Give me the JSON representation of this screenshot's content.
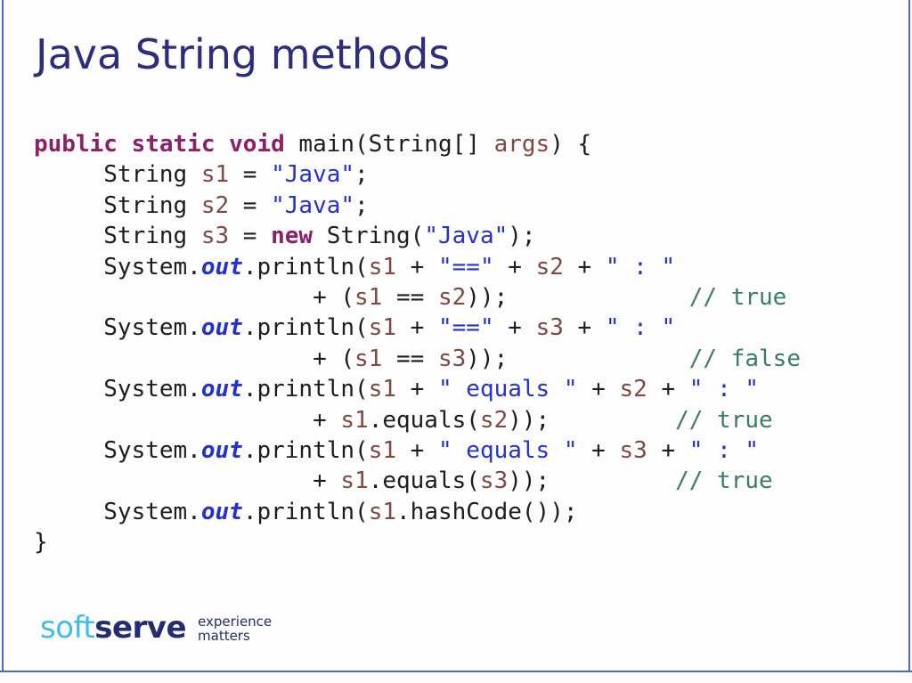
{
  "slide": {
    "title": "Java String methods"
  },
  "colors": {
    "title": "#2b2e7f",
    "keyword": "#8b2066",
    "identifier": "#7e4a42",
    "string": "#2531cd",
    "field": "#2531cd",
    "comment": "#3a7e5f",
    "plain": "#1d1d1f",
    "frame": "#4d6cb3",
    "logo_soft": "#3fbde4",
    "logo_serve": "#222c6e",
    "background": "#fdfdfe"
  },
  "code": {
    "lines": [
      [
        [
          "k",
          "public static void"
        ],
        [
          "p",
          " main(String[] "
        ],
        [
          "i",
          "args"
        ],
        [
          "p",
          ") {"
        ]
      ],
      [
        [
          "p",
          "     String "
        ],
        [
          "i",
          "s1"
        ],
        [
          "p",
          " = "
        ],
        [
          "s",
          "\"Java\""
        ],
        [
          "p",
          ";"
        ]
      ],
      [
        [
          "p",
          "     String "
        ],
        [
          "i",
          "s2"
        ],
        [
          "p",
          " = "
        ],
        [
          "s",
          "\"Java\""
        ],
        [
          "p",
          ";"
        ]
      ],
      [
        [
          "p",
          "     String "
        ],
        [
          "i",
          "s3"
        ],
        [
          "p",
          " = "
        ],
        [
          "k",
          "new"
        ],
        [
          "p",
          " String("
        ],
        [
          "s",
          "\"Java\""
        ],
        [
          "p",
          ");"
        ]
      ],
      [
        [
          "p",
          "     System."
        ],
        [
          "f",
          "out"
        ],
        [
          "p",
          ".println("
        ],
        [
          "i",
          "s1"
        ],
        [
          "p",
          " + "
        ],
        [
          "s",
          "\"==\""
        ],
        [
          "p",
          " + "
        ],
        [
          "i",
          "s2"
        ],
        [
          "p",
          " + "
        ],
        [
          "s",
          "\" : \""
        ]
      ],
      [
        [
          "p",
          "                    + ("
        ],
        [
          "i",
          "s1"
        ],
        [
          "p",
          " == "
        ],
        [
          "i",
          "s2"
        ],
        [
          "p",
          "));"
        ],
        [
          "p",
          "             "
        ],
        [
          "c",
          "// true"
        ]
      ],
      [
        [
          "p",
          "     System."
        ],
        [
          "f",
          "out"
        ],
        [
          "p",
          ".println("
        ],
        [
          "i",
          "s1"
        ],
        [
          "p",
          " + "
        ],
        [
          "s",
          "\"==\""
        ],
        [
          "p",
          " + "
        ],
        [
          "i",
          "s3"
        ],
        [
          "p",
          " + "
        ],
        [
          "s",
          "\" : \""
        ]
      ],
      [
        [
          "p",
          "                    + ("
        ],
        [
          "i",
          "s1"
        ],
        [
          "p",
          " == "
        ],
        [
          "i",
          "s3"
        ],
        [
          "p",
          "));"
        ],
        [
          "p",
          "             "
        ],
        [
          "c",
          "// false"
        ]
      ],
      [
        [
          "p",
          "     System."
        ],
        [
          "f",
          "out"
        ],
        [
          "p",
          ".println("
        ],
        [
          "i",
          "s1"
        ],
        [
          "p",
          " + "
        ],
        [
          "s",
          "\" equals \""
        ],
        [
          "p",
          " + "
        ],
        [
          "i",
          "s2"
        ],
        [
          "p",
          " + "
        ],
        [
          "s",
          "\" : \""
        ]
      ],
      [
        [
          "p",
          "                    + "
        ],
        [
          "i",
          "s1"
        ],
        [
          "p",
          ".equals("
        ],
        [
          "i",
          "s2"
        ],
        [
          "p",
          "));"
        ],
        [
          "p",
          "         "
        ],
        [
          "c",
          "// true"
        ]
      ],
      [
        [
          "p",
          "     System."
        ],
        [
          "f",
          "out"
        ],
        [
          "p",
          ".println("
        ],
        [
          "i",
          "s1"
        ],
        [
          "p",
          " + "
        ],
        [
          "s",
          "\" equals \""
        ],
        [
          "p",
          " + "
        ],
        [
          "i",
          "s3"
        ],
        [
          "p",
          " + "
        ],
        [
          "s",
          "\" : \""
        ]
      ],
      [
        [
          "p",
          "                    + "
        ],
        [
          "i",
          "s1"
        ],
        [
          "p",
          ".equals("
        ],
        [
          "i",
          "s3"
        ],
        [
          "p",
          "));"
        ],
        [
          "p",
          "         "
        ],
        [
          "c",
          "// true"
        ]
      ],
      [
        [
          "p",
          "     System."
        ],
        [
          "f",
          "out"
        ],
        [
          "p",
          ".println("
        ],
        [
          "i",
          "s1"
        ],
        [
          "p",
          ".hashCode());"
        ]
      ],
      [
        [
          "p",
          "}"
        ]
      ]
    ]
  },
  "logo": {
    "soft": "soft",
    "serve": "serve",
    "tagline_line1": "experience",
    "tagline_line2": "matters"
  }
}
